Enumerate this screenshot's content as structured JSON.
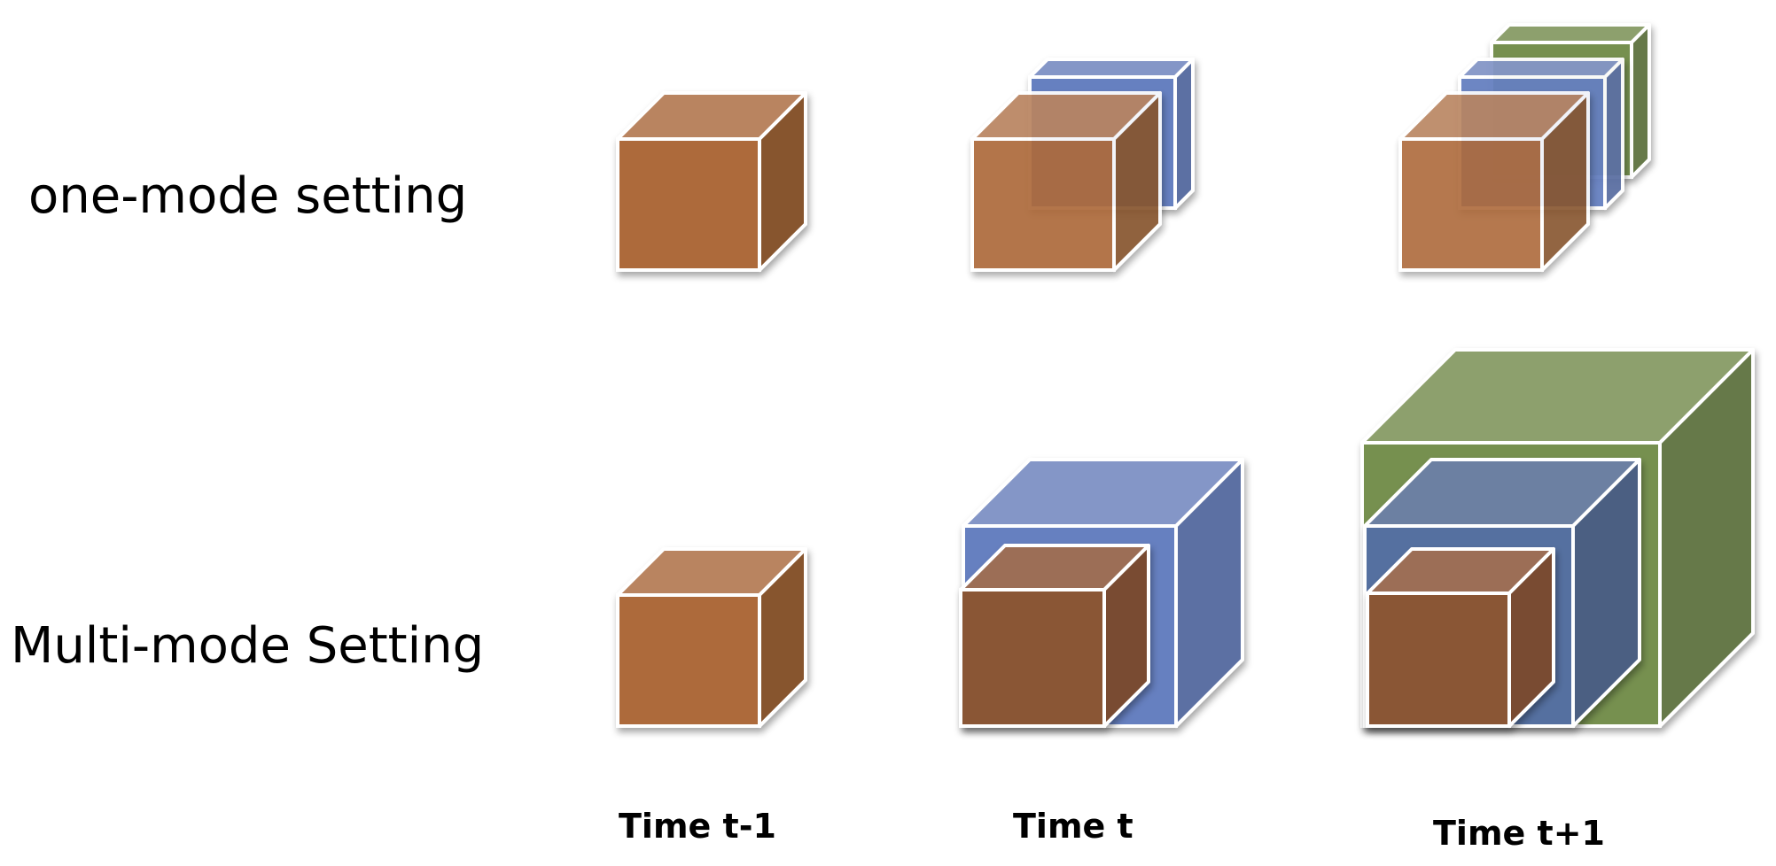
{
  "rows": {
    "one_mode": {
      "label": "one-mode setting"
    },
    "multi_mode": {
      "label": "Multi-mode Setting"
    }
  },
  "time_labels": [
    "Time t-1",
    "Time t",
    "Time t+1"
  ],
  "colors": {
    "brown": {
      "front": "#ad6a3a",
      "top": "#b98460",
      "side": "#87542f"
    },
    "brown_dark": {
      "front": "#8a5636",
      "top": "#9c6e56",
      "side": "#794c33"
    },
    "blue": {
      "front": "#6680c0",
      "top": "#8496c7",
      "side": "#5b6fa3"
    },
    "blue_muted": {
      "front": "#556fa0",
      "top": "#6c80a2",
      "side": "#4b5f82"
    },
    "green": {
      "front": "#76904f",
      "top": "#8da06d",
      "side": "#66794a"
    },
    "edge": "#ffffff"
  }
}
